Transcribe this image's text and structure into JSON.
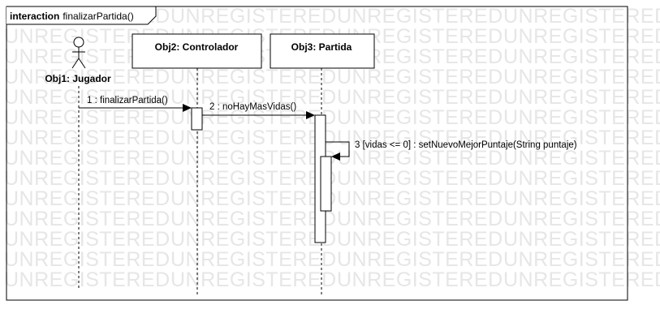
{
  "watermark": "UNREGISTERED",
  "frame": {
    "keyword": "interaction",
    "name": "finalizarPartida()"
  },
  "actor": {
    "label": "Obj1: Jugador"
  },
  "objects": [
    {
      "label": "Obj2: Controlador"
    },
    {
      "label": "Obj3: Partida"
    }
  ],
  "messages": [
    {
      "label": "1 : finalizarPartida()"
    },
    {
      "label": "2 : noHayMasVidas()"
    },
    {
      "label": "3 [vidas <= 0] : setNuevoMejorPuntaje(String puntaje)"
    }
  ]
}
